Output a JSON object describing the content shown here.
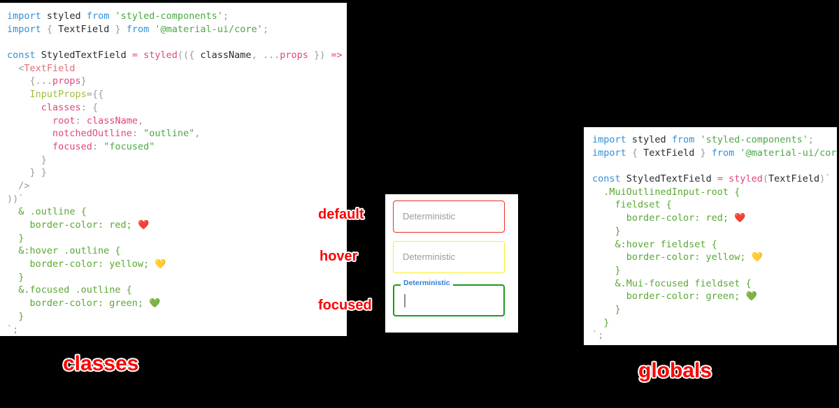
{
  "background_color": "#000000",
  "panels": {
    "left": {
      "name": "classes",
      "caption": "classes",
      "lines": [
        [
          {
            "t": "import ",
            "c": "k"
          },
          {
            "t": "styled",
            "c": "id"
          },
          {
            "t": " from ",
            "c": "k"
          },
          {
            "t": "'styled-components'",
            "c": "st"
          },
          {
            "t": ";",
            "c": "gy"
          }
        ],
        [
          {
            "t": "import ",
            "c": "k"
          },
          {
            "t": "{",
            "c": "gy"
          },
          {
            "t": " TextField ",
            "c": "id"
          },
          {
            "t": "}",
            "c": "gy"
          },
          {
            "t": " from ",
            "c": "k"
          },
          {
            "t": "'@material-ui/core'",
            "c": "st"
          },
          {
            "t": ";",
            "c": "gy"
          }
        ],
        [],
        [
          {
            "t": "const ",
            "c": "k"
          },
          {
            "t": "StyledTextField",
            "c": "id"
          },
          {
            "t": " = ",
            "c": "fn"
          },
          {
            "t": "styled",
            "c": "fn"
          },
          {
            "t": "((",
            "c": "gy"
          },
          {
            "t": "{ ",
            "c": "gy"
          },
          {
            "t": "className",
            "c": "id"
          },
          {
            "t": ", ",
            "c": "gy"
          },
          {
            "t": "...",
            "c": "gy"
          },
          {
            "t": "props",
            "c": "pr"
          },
          {
            "t": " }",
            "c": "gy"
          },
          {
            "t": ") ",
            "c": "gy"
          },
          {
            "t": "=>",
            "c": "fn"
          },
          {
            "t": " (",
            "c": "gy"
          }
        ],
        [
          {
            "t": "  <",
            "c": "gy"
          },
          {
            "t": "TextField",
            "c": "tg"
          }
        ],
        [
          {
            "t": "    {",
            "c": "gy"
          },
          {
            "t": "...",
            "c": "gy"
          },
          {
            "t": "props",
            "c": "pr"
          },
          {
            "t": "}",
            "c": "gy"
          }
        ],
        [
          {
            "t": "    ",
            "c": "gy"
          },
          {
            "t": "InputProps",
            "c": "at"
          },
          {
            "t": "=",
            "c": "gy"
          },
          {
            "t": "{{",
            "c": "gy"
          }
        ],
        [
          {
            "t": "      ",
            "c": "gy"
          },
          {
            "t": "classes",
            "c": "pr"
          },
          {
            "t": ": ",
            "c": "gy"
          },
          {
            "t": "{",
            "c": "gy"
          }
        ],
        [
          {
            "t": "        ",
            "c": "gy"
          },
          {
            "t": "root",
            "c": "pr"
          },
          {
            "t": ": ",
            "c": "gy"
          },
          {
            "t": "className",
            "c": "pr"
          },
          {
            "t": ",",
            "c": "gy"
          }
        ],
        [
          {
            "t": "        ",
            "c": "gy"
          },
          {
            "t": "notchedOutline",
            "c": "pr"
          },
          {
            "t": ": ",
            "c": "gy"
          },
          {
            "t": "\"outline\"",
            "c": "st"
          },
          {
            "t": ",",
            "c": "gy"
          }
        ],
        [
          {
            "t": "        ",
            "c": "gy"
          },
          {
            "t": "focused",
            "c": "pr"
          },
          {
            "t": ": ",
            "c": "gy"
          },
          {
            "t": "\"focused\"",
            "c": "st"
          }
        ],
        [
          {
            "t": "      }",
            "c": "gy"
          }
        ],
        [
          {
            "t": "    } }",
            "c": "gy"
          }
        ],
        [
          {
            "t": "  />",
            "c": "gy"
          }
        ],
        [
          {
            "t": "))`",
            "c": "gy"
          }
        ],
        [
          {
            "t": "  & .outline {",
            "c": "sel"
          }
        ],
        [
          {
            "t": "    border-color: red; ",
            "c": "sel"
          },
          {
            "t": "❤️",
            "c": "emoji"
          }
        ],
        [
          {
            "t": "  }",
            "c": "sel"
          }
        ],
        [
          {
            "t": "  &:hover .outline {",
            "c": "sel"
          }
        ],
        [
          {
            "t": "    border-color: yellow; ",
            "c": "sel"
          },
          {
            "t": "💛",
            "c": "emoji"
          }
        ],
        [
          {
            "t": "  }",
            "c": "sel"
          }
        ],
        [
          {
            "t": "  &.focused .outline {",
            "c": "sel"
          }
        ],
        [
          {
            "t": "    border-color: green; ",
            "c": "sel"
          },
          {
            "t": "💚",
            "c": "emoji"
          }
        ],
        [
          {
            "t": "  }",
            "c": "sel"
          }
        ],
        [
          {
            "t": "`;",
            "c": "gy"
          }
        ]
      ]
    },
    "right": {
      "name": "globals",
      "caption": "globals",
      "lines": [
        [
          {
            "t": "import ",
            "c": "k"
          },
          {
            "t": "styled",
            "c": "id"
          },
          {
            "t": " from ",
            "c": "k"
          },
          {
            "t": "'styled-components'",
            "c": "st"
          },
          {
            "t": ";",
            "c": "gy"
          }
        ],
        [
          {
            "t": "import ",
            "c": "k"
          },
          {
            "t": "{",
            "c": "gy"
          },
          {
            "t": " TextField ",
            "c": "id"
          },
          {
            "t": "}",
            "c": "gy"
          },
          {
            "t": " from ",
            "c": "k"
          },
          {
            "t": "'@material-ui/core'",
            "c": "st"
          },
          {
            "t": ";",
            "c": "gy"
          }
        ],
        [],
        [
          {
            "t": "const ",
            "c": "k"
          },
          {
            "t": "StyledTextField",
            "c": "id"
          },
          {
            "t": " = ",
            "c": "fn"
          },
          {
            "t": "styled",
            "c": "fn"
          },
          {
            "t": "(",
            "c": "gy"
          },
          {
            "t": "TextField",
            "c": "id"
          },
          {
            "t": ")`",
            "c": "gy"
          }
        ],
        [
          {
            "t": "  .MuiOutlinedInput-root {",
            "c": "sel"
          }
        ],
        [
          {
            "t": "    fieldset {",
            "c": "sel"
          }
        ],
        [
          {
            "t": "      border-color: red; ",
            "c": "sel"
          },
          {
            "t": "❤️",
            "c": "emoji"
          }
        ],
        [
          {
            "t": "    }",
            "c": "sel"
          }
        ],
        [
          {
            "t": "    &:hover fieldset {",
            "c": "sel"
          }
        ],
        [
          {
            "t": "      border-color: yellow; ",
            "c": "sel"
          },
          {
            "t": "💛",
            "c": "emoji"
          }
        ],
        [
          {
            "t": "    }",
            "c": "sel"
          }
        ],
        [
          {
            "t": "    &.Mui-focused fieldset {",
            "c": "sel"
          }
        ],
        [
          {
            "t": "      border-color: green; ",
            "c": "sel"
          },
          {
            "t": "💚",
            "c": "emoji"
          }
        ],
        [
          {
            "t": "    }",
            "c": "sel"
          }
        ],
        [
          {
            "t": "  }",
            "c": "sel"
          }
        ],
        [
          {
            "t": "`;",
            "c": "gy"
          }
        ]
      ]
    }
  },
  "demo": {
    "fields": [
      {
        "state": "default",
        "annotation": "default",
        "value": "Deterministic",
        "border_color": "#f02b2b",
        "label": null
      },
      {
        "state": "hover",
        "annotation": "hover",
        "value": "Deterministic",
        "border_color": "#f7f022",
        "label": null
      },
      {
        "state": "focused",
        "annotation": "focused",
        "value": "",
        "border_color": "#1a9b1a",
        "label": "Deterministic",
        "label_color": "#2f7fd8"
      }
    ]
  },
  "annotations": {
    "default": "default",
    "hover": "hover",
    "focused": "focused",
    "classes": "classes",
    "globals": "globals",
    "color": "#ff0000"
  }
}
